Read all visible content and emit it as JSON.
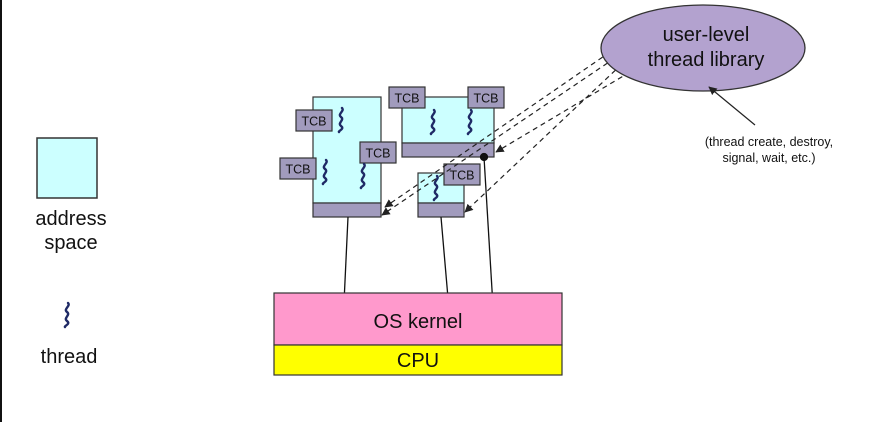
{
  "legend": {
    "address_space_label_line1": "address",
    "address_space_label_line2": "space",
    "thread_label": "thread"
  },
  "library": {
    "title_line1": "user-level",
    "title_line2": "thread library",
    "note_line1": "(thread create, destroy,",
    "note_line2": "signal, wait, etc.)"
  },
  "tcb_label": "TCB",
  "os_kernel_label": "OS kernel",
  "cpu_label": "CPU",
  "colors": {
    "address_space_fill": "#ccffff",
    "tcb_fill": "#a19bbd",
    "library_fill": "#b3a2cf",
    "kernel_fill": "#ff99cc",
    "cpu_fill": "#ffff00",
    "thread_stroke": "#1f2a66"
  }
}
